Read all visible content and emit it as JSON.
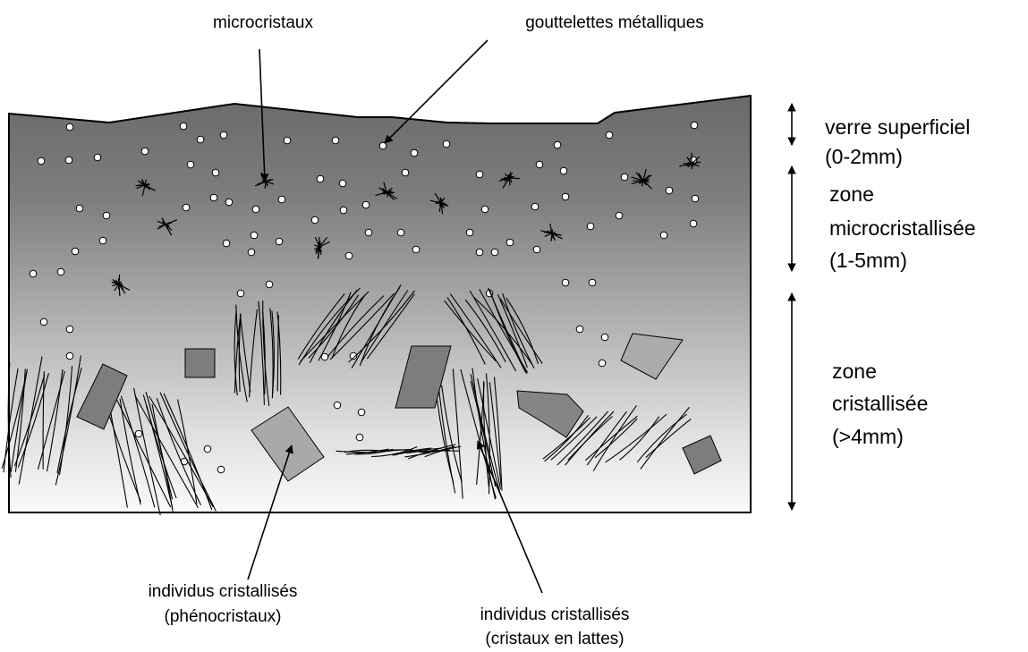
{
  "labels": {
    "microcristaux": "microcristaux",
    "gouttelettes": "gouttelettes métalliques",
    "verre_line1": "verre superficiel",
    "verre_line2": "(0-2mm)",
    "micro_zone_line1": "zone",
    "micro_zone_line2": "microcristallisée",
    "micro_zone_line3": "(1-5mm)",
    "crist_zone_line1": "zone",
    "crist_zone_line2": "cristallisée",
    "crist_zone_line3": "(>4mm)",
    "pheno_line1": "individus cristallisés",
    "pheno_line2": "(phénocristaux)",
    "lattes_line1": "individus cristallisés",
    "lattes_line2": "(cristaux en lattes)"
  },
  "colors": {
    "surface_dark": "#6a6a6a",
    "bottom_light": "#f8f8f8",
    "phenocryst_dark": "#7d7d7d",
    "phenocryst_light": "#a8a8a8"
  }
}
